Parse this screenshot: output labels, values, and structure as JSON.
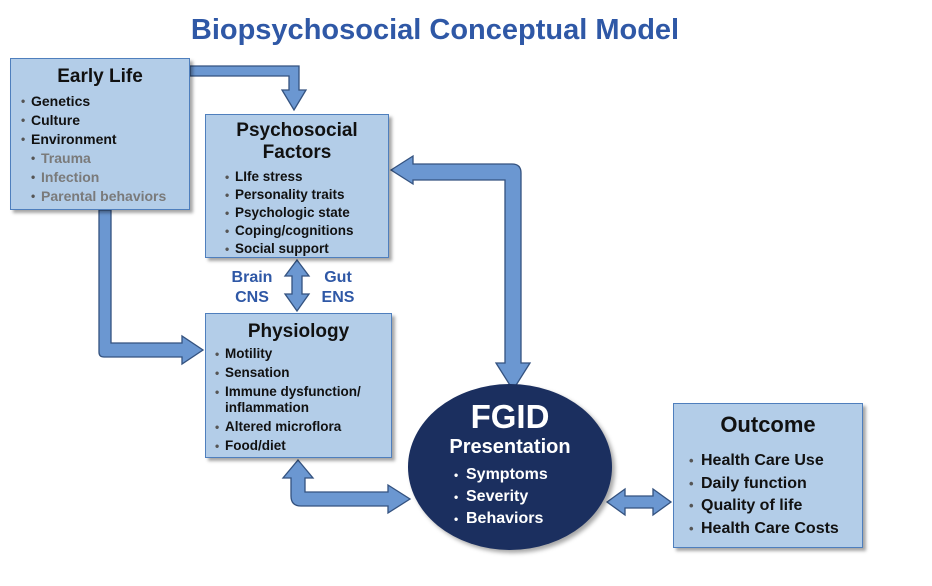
{
  "title": "Biopsychosocial Conceptual Model",
  "colors": {
    "title": "#2f58a6",
    "box_fill": "#b3cde8",
    "box_border": "#4f7fbd",
    "arrow_fill": "#6b97d1",
    "arrow_stroke": "#34527f",
    "ellipse_fill": "#1b2f5f",
    "sub_item_text": "#7a7a7a"
  },
  "early_life": {
    "title": "Early Life",
    "items": [
      "Genetics",
      "Culture",
      "Environment"
    ],
    "sub_items": [
      "Trauma",
      "Infection",
      "Parental behaviors"
    ]
  },
  "psychosocial": {
    "title": "Psychosocial Factors",
    "items": [
      "LIfe stress",
      "Personality traits",
      "Psychologic state",
      "Coping/cognitions",
      "Social support"
    ]
  },
  "axis": {
    "left": [
      "Brain",
      "CNS"
    ],
    "right": [
      "Gut",
      "ENS"
    ]
  },
  "physiology": {
    "title": "Physiology",
    "items": [
      "Motility",
      "Sensation",
      "Immune dysfunction/ inflammation",
      "Altered microflora",
      "Food/diet"
    ]
  },
  "fgid": {
    "title": "FGID",
    "subtitle": "Presentation",
    "items": [
      "Symptoms",
      "Severity",
      "Behaviors"
    ]
  },
  "outcome": {
    "title": "Outcome",
    "items": [
      "Health Care Use",
      "Daily function",
      "Quality of life",
      "Health Care Costs"
    ]
  }
}
